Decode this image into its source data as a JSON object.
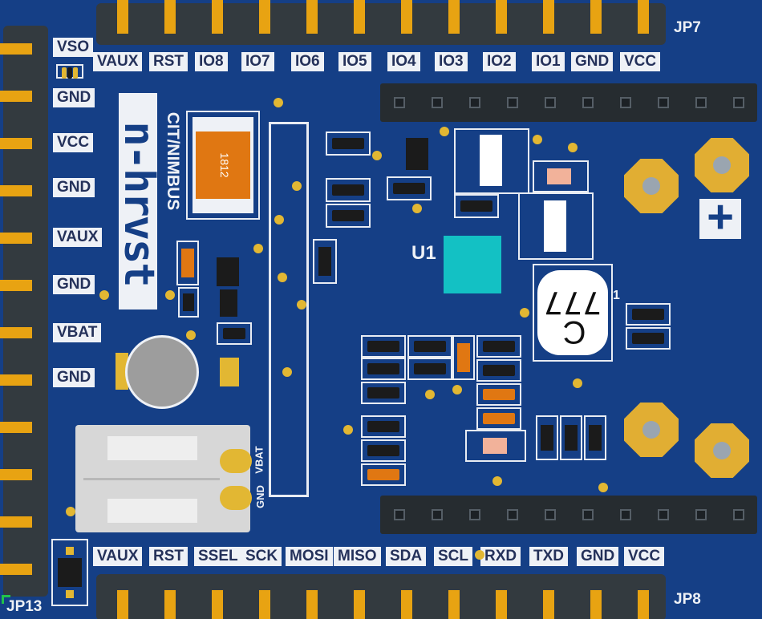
{
  "top_header": {
    "name": "JP7",
    "labels": [
      "VAUX",
      "RST",
      "IO8",
      "IO7",
      "IO6",
      "IO5",
      "IO4",
      "IO3",
      "IO2",
      "IO1",
      "GND",
      "VCC"
    ]
  },
  "bottom_header": {
    "name": "JP8",
    "labels": [
      "VAUX",
      "RST",
      "SSEL",
      "SCK",
      "MOSI",
      "MISO",
      "SDA",
      "SCL",
      "RXD",
      "TXD",
      "GND",
      "VCC"
    ]
  },
  "left_header": {
    "name": "JP13",
    "labels": [
      "VSO",
      "GND",
      "VCC",
      "GND",
      "VAUX",
      "GND",
      "VBAT",
      "GND"
    ]
  },
  "silkscreen": {
    "brand": "n-hrvst",
    "subtitle": "CIT/NIMBUS",
    "capacitor_code": "1812",
    "u1_label": "U1",
    "inductor_text": "777",
    "inductor_letter": "C",
    "pin1_mark": "1",
    "battery_labels": [
      "VBAT",
      "GND"
    ],
    "plus_symbol": "+"
  },
  "colors": {
    "board": "#153f86",
    "gold": "#e8a312",
    "header_body": "#333a3f",
    "silk": "#eef1f6",
    "capacitor": "#e07712",
    "u1_fill": "#13c1c4"
  }
}
